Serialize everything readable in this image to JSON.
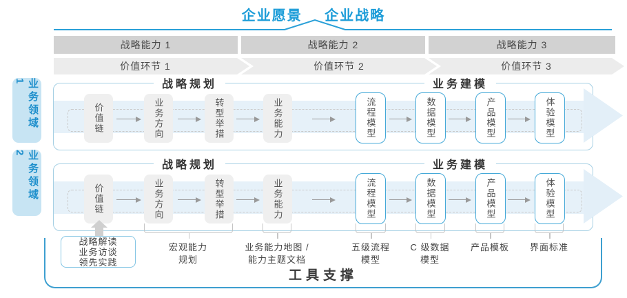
{
  "title": {
    "vision": "企业愿景",
    "strategy": "企业战略"
  },
  "capabilities": [
    "战略能力 1",
    "战略能力 2",
    "战略能力 3"
  ],
  "value_links": [
    "价值环节 1",
    "价值环节 2",
    "价值环节 3"
  ],
  "domains": [
    "业务领域 1",
    "业务领域 2"
  ],
  "panel": {
    "planning_title": "战略规划",
    "modeling_title": "业务建模",
    "gray_boxes": [
      "价值链",
      "业务方向",
      "转型举措",
      "业务能力"
    ],
    "blue_boxes": [
      "流程模型",
      "数据模型",
      "产品模型",
      "体验模型"
    ]
  },
  "annotations": {
    "practice_box": [
      "战略解读",
      "业务访谈",
      "领先实践"
    ],
    "macro_capability": [
      "宏观能力",
      "规划"
    ],
    "capability_map": [
      "业务能力地图 /",
      "能力主题文档"
    ],
    "process_model": [
      "五级流程",
      "模型"
    ],
    "data_model": [
      "C 级数据",
      "模型"
    ],
    "product_template": [
      "产品模板"
    ],
    "ui_standard": [
      "界面标准"
    ]
  },
  "footer": {
    "tools_title": "工具支撑"
  },
  "colors": {
    "accent_blue": "#1B9CD8",
    "line_blue": "#2AA0D8",
    "panel_border": "#A6D0E4",
    "band_fill": "#E6F1F9",
    "bar_fill": "#D2D2D2",
    "chevron_fill": "#ECECEC",
    "domain_fill": "#C7E4F3",
    "gray_box_fill": "#EFEFEF",
    "blue_box_border": "#45A9D8",
    "outer_border": "#3D9FD0"
  }
}
